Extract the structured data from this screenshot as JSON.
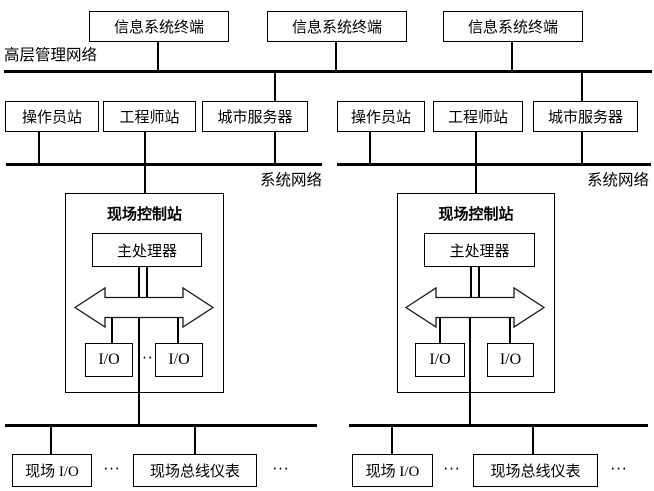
{
  "diagram": {
    "title_hint": "DCS architecture diagram",
    "colors": {
      "line": "#000000",
      "background": "#ffffff",
      "text": "#000000"
    },
    "networks": {
      "management_label": "高层管理网络",
      "system_label_left": "系统网络",
      "system_label_right": "系统网络"
    },
    "terminals": [
      "信息系统终端",
      "信息系统终端",
      "信息系统终端"
    ],
    "groups": [
      {
        "operator_station": "操作员站",
        "engineer_station": "工程师站",
        "city_server": "城市服务器",
        "control_station_title": "现场控制站",
        "main_processor": "主处理器",
        "io_modules": [
          "I/O",
          "I/O"
        ],
        "io_ellipsis": "···",
        "field_io": "现场 I/O",
        "fieldbus_instrument": "现场总线仪表",
        "ellipsis_after_field_io": "···",
        "ellipsis_after_fieldbus": "···"
      },
      {
        "operator_station": "操作员站",
        "engineer_station": "工程师站",
        "city_server": "城市服务器",
        "control_station_title": "现场控制站",
        "main_processor": "主处理器",
        "io_modules": [
          "I/O",
          "I/O"
        ],
        "io_ellipsis": "",
        "field_io": "现场 I/O",
        "fieldbus_instrument": "现场总线仪表",
        "ellipsis_after_field_io": "···",
        "ellipsis_after_fieldbus": "···"
      }
    ]
  }
}
